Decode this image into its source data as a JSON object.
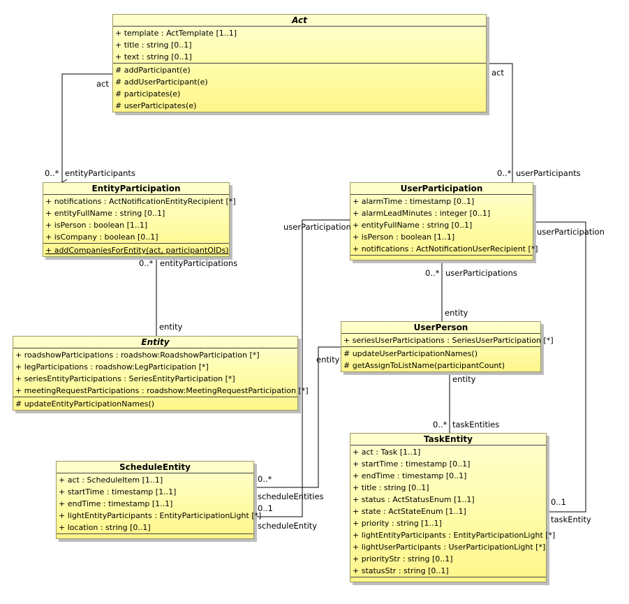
{
  "classes": {
    "act": {
      "name": "Act",
      "attributes": [
        "+ template : ActTemplate [1..1]",
        "+ title : string [0..1]",
        "+ text : string [0..1]"
      ],
      "operations": [
        "# addParticipant(e)",
        "# addUserParticipant(e)",
        "# participates(e)",
        "# userParticipates(e)"
      ]
    },
    "entity_participation": {
      "name": "EntityParticipation",
      "attributes": [
        "+ notifications : ActNotificationEntityRecipient [*]",
        "+ entityFullName : string [0..1]",
        "+ isPerson : boolean [1..1]",
        "+ isCompany : boolean [0..1]"
      ],
      "operations": [
        "+ addCompaniesForEntity(act, participantOIDs)"
      ]
    },
    "user_participation": {
      "name": "UserParticipation",
      "attributes": [
        "+ alarmTime : timestamp [0..1]",
        "+ alarmLeadMinutes : integer [0..1]",
        "+ entityFullName : string [0..1]",
        "+ isPerson : boolean [1..1]",
        "+ notifications : ActNotificationUserRecipient [*]"
      ],
      "operations": []
    },
    "entity": {
      "name": "Entity",
      "attributes": [
        "+ roadshowParticipations : roadshow:RoadshowParticipation [*]",
        "+ legParticipations : roadshow:LegParticipation [*]",
        "+ seriesEntityParticipations : SeriesEntityParticipation [*]",
        "+ meetingRequestParticipations : roadshow:MeetingRequestParticipation [*]"
      ],
      "operations": [
        "# updateEntityParticipationNames()"
      ]
    },
    "user_person": {
      "name": "UserPerson",
      "attributes": [
        "+ seriesUserParticipations : SeriesUserParticipation [*]"
      ],
      "operations": [
        "# updateUserParticipationNames()",
        "# getAssignToListName(participantCount)"
      ]
    },
    "schedule_entity": {
      "name": "ScheduleEntity",
      "attributes": [
        "+ act : ScheduleItem [1..1]",
        "+ startTime : timestamp [1..1]",
        "+ endTime : timestamp [1..1]",
        "+ lightEntityParticipants : EntityParticipationLight [*]",
        "+ location : string [0..1]"
      ],
      "operations": []
    },
    "task_entity": {
      "name": "TaskEntity",
      "attributes": [
        "+ act : Task [1..1]",
        "+ startTime : timestamp [0..1]",
        "+ endTime : timestamp [0..1]",
        "+ title : string [0..1]",
        "+ status : ActStatusEnum [1..1]",
        "+ state : ActStateEnum [1..1]",
        "+ priority : string [1..1]",
        "+ lightEntityParticipants : EntityParticipationLight [*]",
        "+ lightUserParticipants : UserParticipationLight [*]",
        "+ priorityStr : string [0..1]",
        "+ statusStr : string [0..1]"
      ],
      "operations": []
    }
  },
  "associations": {
    "act_entity_participants": {
      "role_a": "act",
      "mult_b": "0..*",
      "role_b": "entityParticipants"
    },
    "act_user_participants": {
      "role_a": "act",
      "mult_b": "0..*",
      "role_b": "userParticipants"
    },
    "entity_entity_participations": {
      "mult_a": "0..*",
      "role_a": "entityParticipations",
      "role_b": "entity"
    },
    "user_person_user_participations": {
      "mult_a": "0..*",
      "role_a": "userParticipations",
      "role_b": "entity"
    },
    "user_person_task_entities": {
      "role_a": "entity",
      "mult_b": "0..*",
      "role_b": "taskEntities"
    },
    "user_person_schedule_entities": {
      "role_a": "entity",
      "mult_b": "0..*",
      "role_b": "scheduleEntities"
    },
    "schedule_user_participation": {
      "role_a": "userParticipation",
      "mult_b": "0..1",
      "role_b": "scheduleEntity"
    },
    "task_user_participation": {
      "role_a": "userParticipation",
      "mult_b": "0..1",
      "role_b": "taskEntity"
    }
  }
}
